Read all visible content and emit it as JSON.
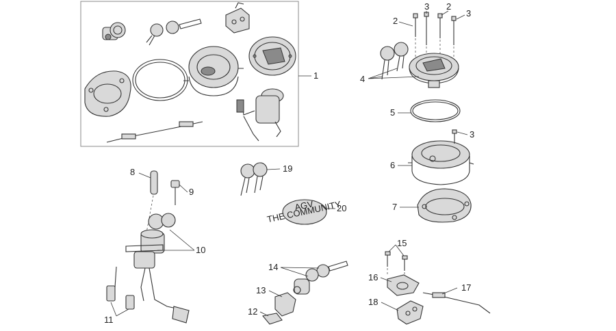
{
  "callouts": {
    "c1": "1",
    "c2": "2",
    "c3": "3",
    "c4": "4",
    "c5": "5",
    "c6": "6",
    "c7": "7",
    "c8": "8",
    "c9": "9",
    "c10": "10",
    "c11": "11",
    "c12": "12",
    "c13": "13",
    "c14": "14",
    "c15": "15",
    "c16": "16",
    "c17": "17",
    "c18": "18",
    "c19": "19",
    "c20": "20"
  },
  "keyring_tag": {
    "line1": "AGV",
    "line2": "THE COMMUNITY"
  }
}
